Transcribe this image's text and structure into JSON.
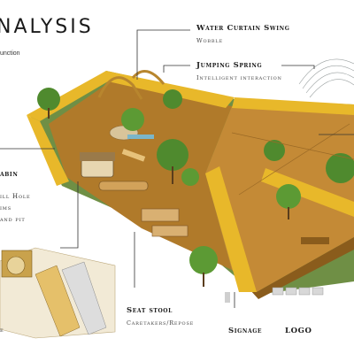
{
  "title": "NALYSIS",
  "subtitle": "unction",
  "labels": {
    "water_curtain": {
      "title": "Water Curtain Swing",
      "sub": "Wobble"
    },
    "jumping_spring": {
      "title": "Jumping Spring",
      "sub": "Intelligent interaction"
    },
    "cabin": {
      "title": "abin",
      "items": [
        "ill Hole",
        "ims",
        "and pit"
      ]
    },
    "seat_stool": {
      "title": "Seat stool",
      "sub": "Caretakers/Repose"
    },
    "signage": {
      "title": "Signage"
    },
    "logo": {
      "title": "LOGO"
    },
    "bottom_left": "e"
  },
  "colors": {
    "path_yellow": "#e8b82a",
    "lawn_green": "#6f8f45",
    "ground_brown": "#b07a2a",
    "tree_green": "#4f8a2e",
    "leader_line": "#333333"
  }
}
